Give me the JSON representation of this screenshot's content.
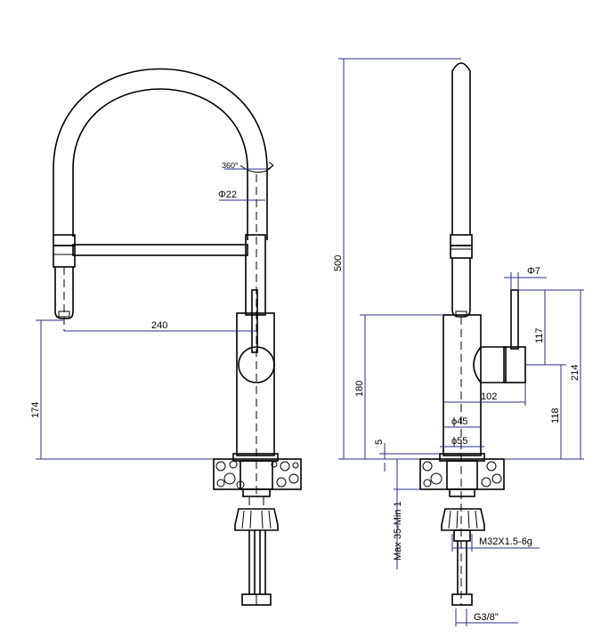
{
  "colors": {
    "dimension": "#2a2f86",
    "outline": "#000000",
    "background": "#ffffff"
  },
  "front_view": {
    "rotation_label": "360°",
    "spout_diameter": "Φ22",
    "reach": "240",
    "spray_height": "174"
  },
  "side_view": {
    "total_height": "500",
    "handle_diameter": "Φ7",
    "handle_height": "117",
    "overall_handle_height": "214",
    "body_height": "180",
    "lever_offset": "118",
    "lever_reach": "102",
    "body_diameter": "ϕ45",
    "base_diameter": "ϕ55",
    "base_thickness": "5",
    "deck_thickness": "Max 35-Min 1",
    "thread": "M32X1.5-6g",
    "connection": "G3/8\""
  }
}
